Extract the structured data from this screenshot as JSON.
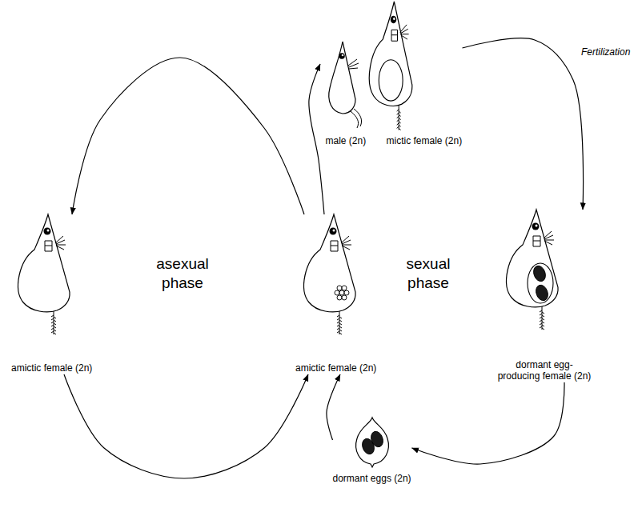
{
  "diagram": {
    "nodes": [
      {
        "text": [
          "male (2n)"
        ]
      },
      {
        "text": [
          "mictic female (2n)"
        ]
      },
      {
        "text": [
          "amictic female (2n)"
        ]
      },
      {
        "text": [
          "amictic female (2n)"
        ]
      },
      {
        "text": [
          "dormant egg-producing female (2n)"
        ]
      },
      {
        "text": [
          "dormant eggs (2n)"
        ]
      }
    ],
    "edges": [
      {
        "from": 3,
        "to": 2,
        "arrow": "to"
      },
      {
        "from": 2,
        "to": 3,
        "arrow": "to"
      },
      {
        "from": 3,
        "to": 0,
        "arrow": "to"
      },
      {
        "from": 1,
        "to": 4,
        "label": "Fertilization",
        "arrow": "to"
      },
      {
        "from": 4,
        "to": 5,
        "arrow": "to"
      },
      {
        "from": 5,
        "to": 3,
        "arrow": "to"
      }
    ],
    "labels": [
      "asexual phase",
      "sexual phase"
    ]
  }
}
